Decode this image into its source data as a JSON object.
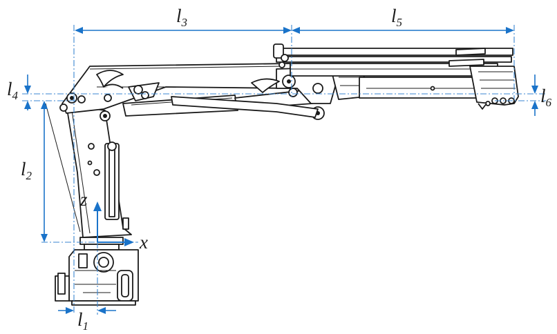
{
  "labels": {
    "l1": {
      "main": "l",
      "sub": "1"
    },
    "l2": {
      "main": "l",
      "sub": "2"
    },
    "l3": {
      "main": "l",
      "sub": "3"
    },
    "l4": {
      "main": "l",
      "sub": "4"
    },
    "l5": {
      "main": "l",
      "sub": "5"
    },
    "l6": {
      "main": "l",
      "sub": "6"
    }
  },
  "axes": {
    "x": "x",
    "z": "z"
  },
  "colors": {
    "dimension": "#1a73c9",
    "drawing": "#1a1a1a",
    "background": "#ffffff"
  }
}
